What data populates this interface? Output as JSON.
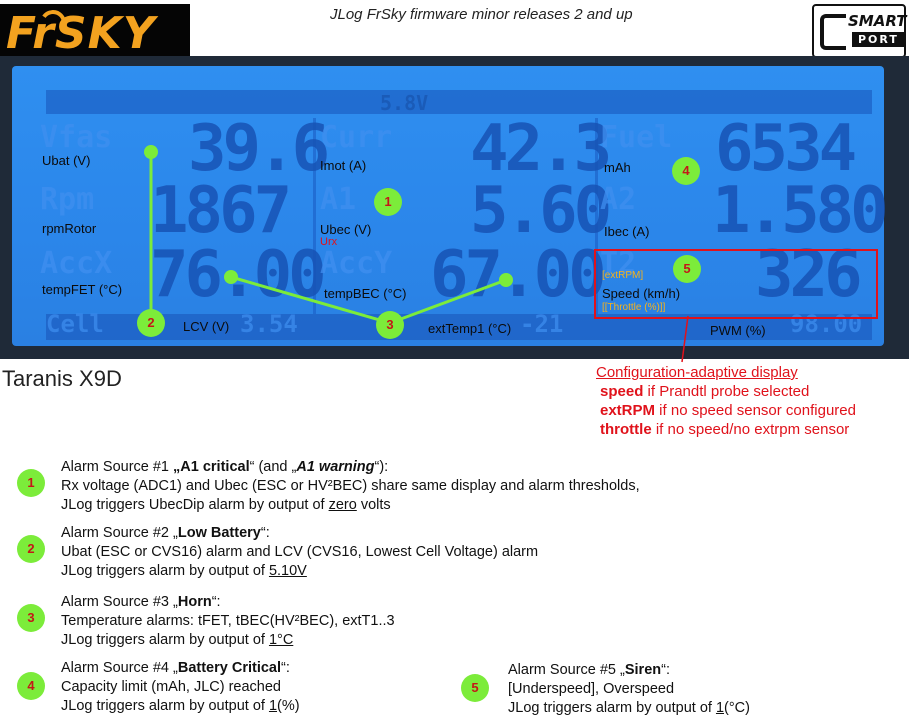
{
  "header": {
    "title": "JLog FrSky firmware minor releases 2 and up",
    "frsky_logo_text": "FrSKY",
    "smartport_logo_top": "SMART",
    "smartport_logo_bottom": "PORT"
  },
  "lcd": {
    "top_voltage": "5.8V",
    "cells": [
      {
        "lcd_label": "Vfas",
        "value": "39.6",
        "overlay": "Ubat (V)"
      },
      {
        "lcd_label": "Curr",
        "value": "42.3",
        "overlay": "Imot (A)"
      },
      {
        "lcd_label": "Fuel",
        "value": "6534",
        "overlay": "mAh"
      },
      {
        "lcd_label": "Rpm",
        "value": "1867",
        "overlay": "rpmRotor"
      },
      {
        "lcd_label": "A1",
        "value": "5.60",
        "overlay": "Ubec (V)",
        "overlay2": "Urx"
      },
      {
        "lcd_label": "A2",
        "value": "1.580",
        "overlay": "Ibec (A)"
      },
      {
        "lcd_label": "AccX",
        "value": "76.00",
        "overlay": "tempFET (°C)"
      },
      {
        "lcd_label": "AccY",
        "value": "67.00",
        "overlay": "tempBEC (°C)"
      },
      {
        "lcd_label": "T2",
        "value": "326",
        "overlay_a": "[extRPM]",
        "overlay_b": "Speed (km/h)",
        "overlay_c": "[[Throttle (%)]]"
      }
    ],
    "bottom_row": {
      "cell_text": "Cell",
      "lcv_value": "3.54",
      "lcv_overlay": "LCV (V)",
      "exttemp_value": "-21",
      "exttemp_overlay": "extTemp1 (°C)",
      "pwm_value": "98.00",
      "pwm_overlay": "PWM (%)"
    },
    "markers": [
      "1",
      "2",
      "3",
      "4",
      "5"
    ]
  },
  "device_label": "Taranis X9D",
  "config_note": {
    "title": "Configuration-adaptive display",
    "line1_bold": "speed",
    "line1_rest": " if Prandtl probe selected",
    "line2_bold": "extRPM",
    "line2_rest": " if no speed sensor configured",
    "line3_bold": "throttle",
    "line3_rest": " if no speed/no extrpm sensor"
  },
  "alarms": [
    {
      "number": "1",
      "head_pre": "Alarm Source #1  ",
      "head_bold": "„A1 critical",
      "head_post": "“ (and „",
      "head_bi": "A1 warning",
      "head_end": "“):",
      "line2": "Rx voltage (ADC1) and Ubec (ESC or HV²BEC) share same display and alarm thresholds,",
      "line3_pre": "JLog triggers UbecDip alarm by output of ",
      "line3_u": "zero",
      "line3_post": " volts"
    },
    {
      "number": "2",
      "head_pre": "Alarm Source #2  „",
      "head_bold": "Low Battery",
      "head_end": "“:",
      "line2": "Ubat (ESC or CVS16) alarm and LCV (CVS16, Lowest Cell Voltage) alarm",
      "line3_pre": "JLog triggers alarm by output of ",
      "line3_u": "5.10V",
      "line3_post": ""
    },
    {
      "number": "3",
      "head_pre": "Alarm Source #3  „",
      "head_bold": "Horn",
      "head_end": "“:",
      "line2": "Temperature alarms: tFET, tBEC(HV²BEC), extT1..3",
      "line3_pre": "JLog triggers alarm by output of ",
      "line3_u": "1°C",
      "line3_post": ""
    },
    {
      "number": "4",
      "head_pre": "Alarm Source #4  „",
      "head_bold": "Battery Critical",
      "head_end": "“:",
      "line2": "Capacity limit (mAh, JLC) reached",
      "line3_pre": "JLog triggers alarm by output of ",
      "line3_u": "1",
      "line3_post": "(%)"
    },
    {
      "number": "5",
      "head_pre": "Alarm Source #5  „",
      "head_bold": "Siren",
      "head_end": "“:",
      "line2": "[Underspeed], Overspeed",
      "line3_pre": "JLog triggers alarm by output of ",
      "line3_u": "1",
      "line3_post": "(°C)"
    }
  ],
  "colors": {
    "lcd_blue": "#2f8ff0",
    "marker_green": "#7cec3a",
    "marker_text_red": "#c41818",
    "note_red": "#e0121b"
  }
}
